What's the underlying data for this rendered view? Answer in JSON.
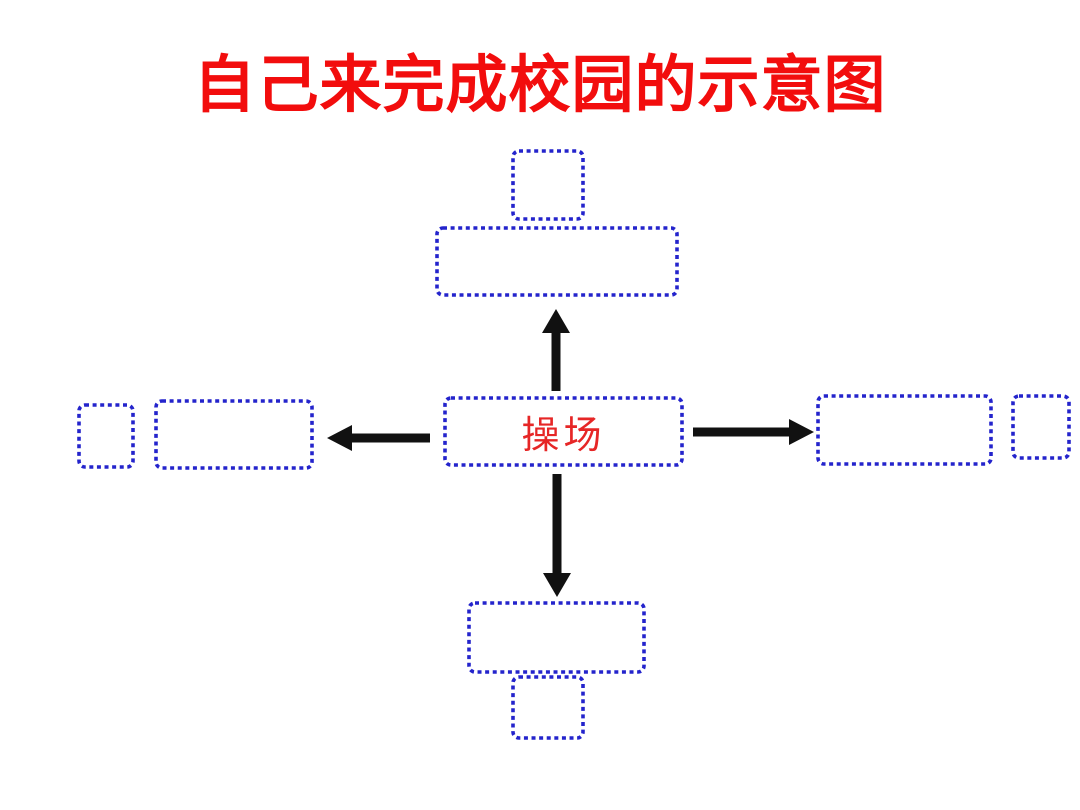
{
  "title": {
    "text": "自己来完成校园的示意图"
  },
  "colors": {
    "title_red": "#f20d0d",
    "label_red": "#e62626",
    "box_border_blue": "#2424cc",
    "arrow_black": "#111111",
    "background": "#ffffff"
  },
  "diagram": {
    "center_label": "操场",
    "placeholder_boxes": [
      "top-small-box",
      "top-wide-box",
      "left-small-box",
      "left-wide-box",
      "right-wide-box",
      "right-small-box",
      "bottom-wide-box",
      "bottom-small-box"
    ],
    "arrows": [
      {
        "direction": "up",
        "from": "center-box",
        "to": "top-wide-box"
      },
      {
        "direction": "left",
        "from": "center-box",
        "to": "left-wide-box"
      },
      {
        "direction": "right",
        "from": "center-box",
        "to": "right-wide-box"
      },
      {
        "direction": "down",
        "from": "center-box",
        "to": "bottom-wide-box"
      }
    ]
  }
}
